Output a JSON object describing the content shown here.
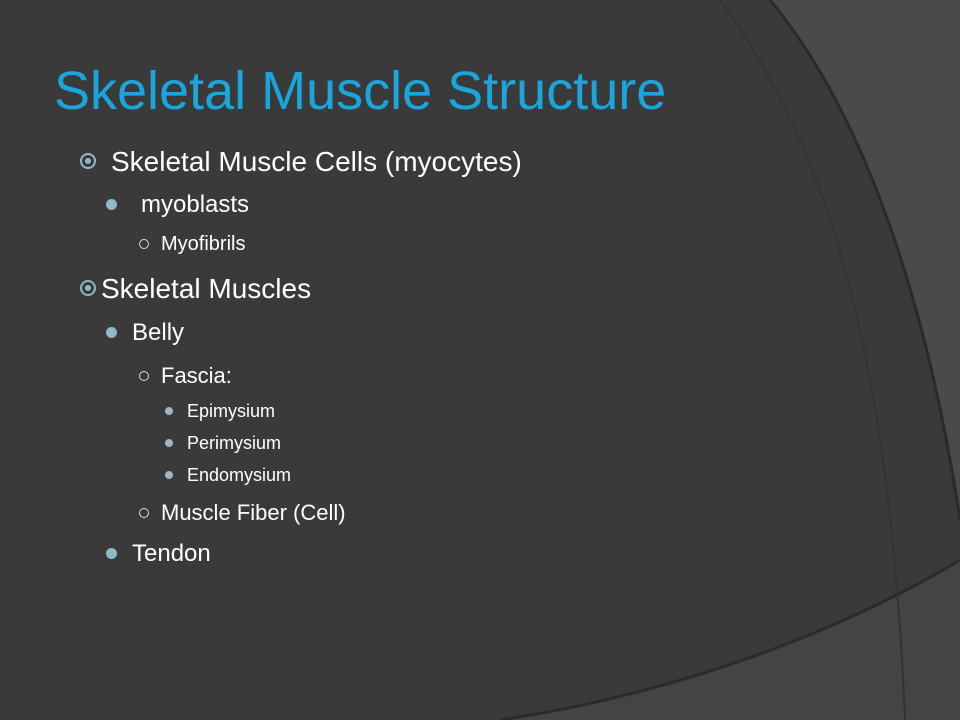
{
  "slide": {
    "title": "Skeletal Muscle Structure",
    "colors": {
      "background": "#3a3a3a",
      "title": "#1aa6dd",
      "text": "#ffffff",
      "bullet_accent": "#8fb9c9"
    },
    "bullets": [
      {
        "level": 1,
        "marker": "circled-dot-icon",
        "text": "Skeletal Muscle Cells (myocytes)"
      },
      {
        "level": 2,
        "marker": "dot-icon",
        "text": "myoblasts"
      },
      {
        "level": 3,
        "marker": "hollow-circle-icon",
        "text": "Myofibrils"
      },
      {
        "level": 1,
        "marker": "circled-dot-icon",
        "text": "Skeletal Muscles"
      },
      {
        "level": 2,
        "marker": "dot-icon",
        "text": "Belly"
      },
      {
        "level": 3,
        "marker": "hollow-circle-icon",
        "text": "Fascia:"
      },
      {
        "level": 4,
        "marker": "small-dot-icon",
        "text": "Epimysium"
      },
      {
        "level": 4,
        "marker": "small-dot-icon",
        "text": "Perimysium"
      },
      {
        "level": 4,
        "marker": "small-dot-icon",
        "text": "Endomysium"
      },
      {
        "level": 3,
        "marker": "hollow-circle-icon",
        "text": "Muscle Fiber (Cell)"
      },
      {
        "level": 2,
        "marker": "dot-icon",
        "text": "Tendon"
      }
    ]
  }
}
